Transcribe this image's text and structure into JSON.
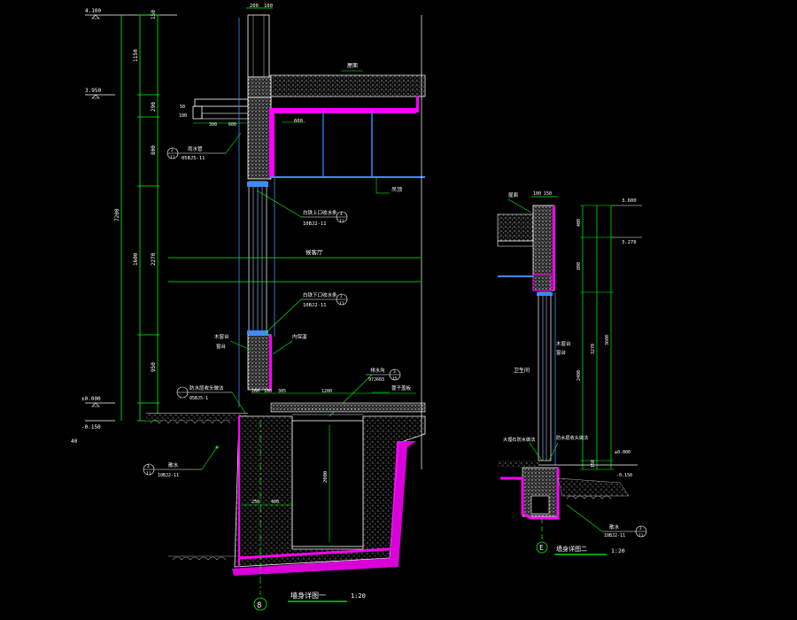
{
  "colors": {
    "background": "#000000",
    "dim_line": "#00ff00",
    "wall": "#ffffff",
    "accent": "#ff00ff",
    "glass": "#3a8cff",
    "text": "#ffffff",
    "leader": "#00ff00"
  },
  "detail1": {
    "title": "墙身详图一",
    "scale": "1:20",
    "axis": "8",
    "levels": [
      "4.100",
      "3.950",
      "±0.000",
      "-0.150"
    ],
    "dims_total": "7200",
    "dims_stack": [
      "150",
      "1150",
      "290",
      "800",
      "1600",
      "2270",
      "950"
    ],
    "dims_top": [
      "200",
      "100"
    ],
    "dims_mid": [
      "260",
      "100",
      "305",
      "1200"
    ],
    "dims_pit": [
      "250",
      "400",
      "2000"
    ],
    "dims_canopy": [
      "50",
      "100",
      "600",
      "300"
    ],
    "callouts": [
      {
        "label": "雨水管",
        "ref": "05BJ5-11",
        "num": "2",
        "sheet": "11"
      },
      {
        "label": "白铁上口收水条",
        "ref": "10BJ2-11",
        "num": "4",
        "sheet": "11"
      },
      {
        "label": "白铁下口收水条",
        "ref": "10BJ2-11",
        "num": "2",
        "sheet": "11"
      },
      {
        "label": "防水层收头做法",
        "ref": "05BJ5-1",
        "num": "",
        "sheet": ""
      },
      {
        "label": "排水沟",
        "ref": "97J603",
        "num": "3",
        "sheet": "15"
      },
      {
        "label": "散水",
        "ref": "10BJ2-11",
        "num": "3",
        "sheet": "11"
      }
    ],
    "labels": {
      "roof": "屋面",
      "hall": "候客厅",
      "window": "木窗台",
      "sill": "窗台",
      "inside": "内保温",
      "grate": "蓖子盖板",
      "ceiling": "吊顶",
      "dim600": "600",
      "bottom_left": "40"
    }
  },
  "detail2": {
    "title": "墙身详图二",
    "scale": "1:20",
    "axis": "E",
    "levels": [
      "3.600",
      "3.270",
      "±0.000",
      "-0.150"
    ],
    "dims_top": [
      "100",
      "150"
    ],
    "dims_stack": [
      "400",
      "800",
      "2400",
      "3600",
      "3270",
      "150"
    ],
    "labels": {
      "roof": "屋面",
      "room": "卫生间",
      "sill": "木窗台",
      "window_sill": "窗台",
      "waterproof": "大理石防水做法",
      "inner": "防水层收头做法"
    },
    "callouts": [
      {
        "label": "散水",
        "ref": "10BJ2-11",
        "num": "2",
        "sheet": "11"
      }
    ],
    "level_marks": [
      "±0.000",
      "-0.150"
    ]
  }
}
